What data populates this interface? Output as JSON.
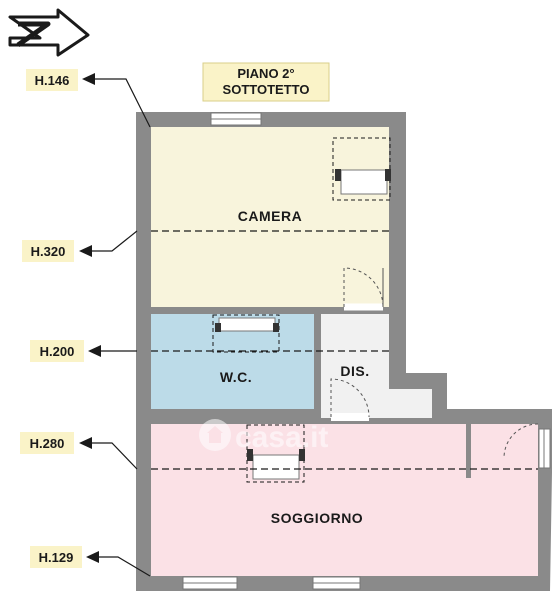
{
  "floor": {
    "title_line1": "PIANO 2°",
    "title_line2": "SOTTOTETTO"
  },
  "heights": [
    {
      "label": "H.146"
    },
    {
      "label": "H.320"
    },
    {
      "label": "H.200"
    },
    {
      "label": "H.280"
    },
    {
      "label": "H.129"
    }
  ],
  "rooms": {
    "camera": "CAMERA",
    "wc": "W.C.",
    "dis": "DIS.",
    "soggiorno": "SOGGIORNO"
  },
  "watermark": "casa.it",
  "colors": {
    "wall": "#8a8a8a",
    "camera": "#f8f4dc",
    "wc": "#bcdbe8",
    "dis": "#f1f1f1",
    "soggiorno": "#fbe1e6",
    "label_bg": "#faf3c8"
  },
  "icons": {
    "north": "north-arrow-icon",
    "skylight": "skylight-icon",
    "window": "window-icon"
  }
}
